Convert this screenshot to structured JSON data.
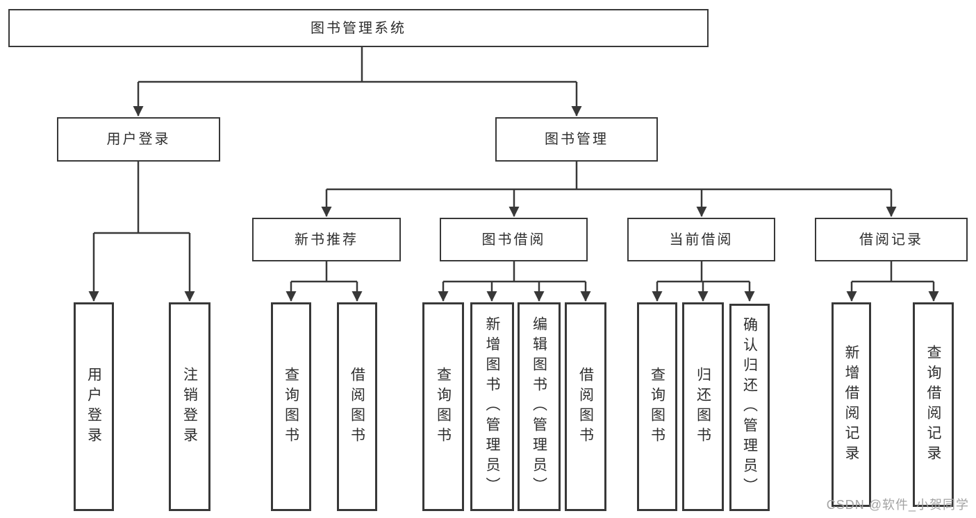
{
  "diagram": {
    "title": "图书管理系统",
    "watermark": "CSDN @软件_小贺同学",
    "colors": {
      "line": "#383838",
      "text": "#2e2e2e",
      "watermark": "#a3a3a3",
      "background": "#ffffff"
    },
    "nodes": {
      "root": "图书管理系统",
      "user_login": "用户登录",
      "book_mgmt": "图书管理",
      "new_book": "新书推荐",
      "book_borrow": "图书借阅",
      "current_borrow": "当前借阅",
      "borrow_record": "借阅记录",
      "leaf_user_login": "用户登录",
      "leaf_logout": "注销登录",
      "leaf_query_book_a": "查询图书",
      "leaf_borrow_book_a": "借阅图书",
      "leaf_query_book_b": "查询图书",
      "leaf_add_book": "新增图书（管理员）",
      "leaf_edit_book": "编辑图书（管理员）",
      "leaf_borrow_book_b": "借阅图书",
      "leaf_query_book_c": "查询图书",
      "leaf_return_book": "归还图书",
      "leaf_confirm_return": "确认归还（管理员）",
      "leaf_add_record": "新增借阅记录",
      "leaf_query_record": "查询借阅记录"
    },
    "hierarchy": {
      "图书管理系统": {
        "用户登录": [
          "用户登录",
          "注销登录"
        ],
        "图书管理": {
          "新书推荐": [
            "查询图书",
            "借阅图书"
          ],
          "图书借阅": [
            "查询图书",
            "新增图书（管理员）",
            "编辑图书（管理员）",
            "借阅图书"
          ],
          "当前借阅": [
            "查询图书",
            "归还图书",
            "确认归还（管理员）"
          ],
          "借阅记录": [
            "新增借阅记录",
            "查询借阅记录"
          ]
        }
      }
    }
  }
}
